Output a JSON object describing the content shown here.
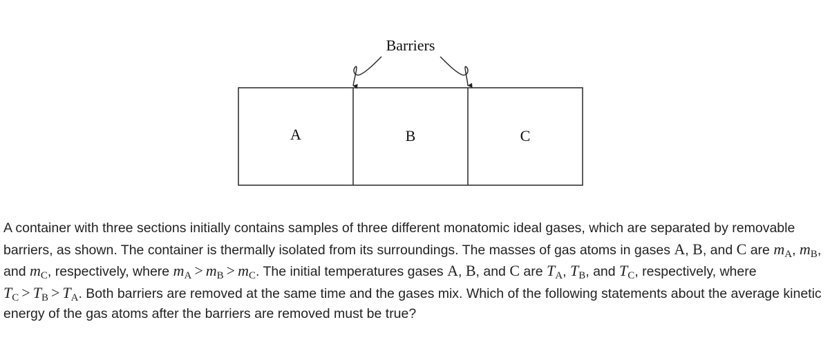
{
  "figure": {
    "barriers_label": "Barriers",
    "section_labels": [
      "A",
      "B",
      "C"
    ]
  },
  "question": {
    "t1": "A container with three sections initially contains samples of three different monatomic ideal gases, which are separated by removable barriers, as shown. The container is thermally isolated from its surroundings. The masses of gas atoms in gases ",
    "gas_a": "A",
    "comma": ",",
    "gas_b": "B",
    "and_word": ", and ",
    "gas_c": "C",
    "are_word": " are ",
    "m_sym": "m",
    "sub_a": "A",
    "sub_b": "B",
    "sub_c": "C",
    "sep_comma": ", ",
    "t_respectively_where": ", respectively, where ",
    "gt": ">",
    "t_initial_temps": ". The initial temperatures gases ",
    "t_sym": "T",
    "t_after": ". Both barriers are removed at the same time and the gases mix. Which of the following statements about the average kinetic energy of the gas atoms after the barriers are removed must be true?"
  }
}
